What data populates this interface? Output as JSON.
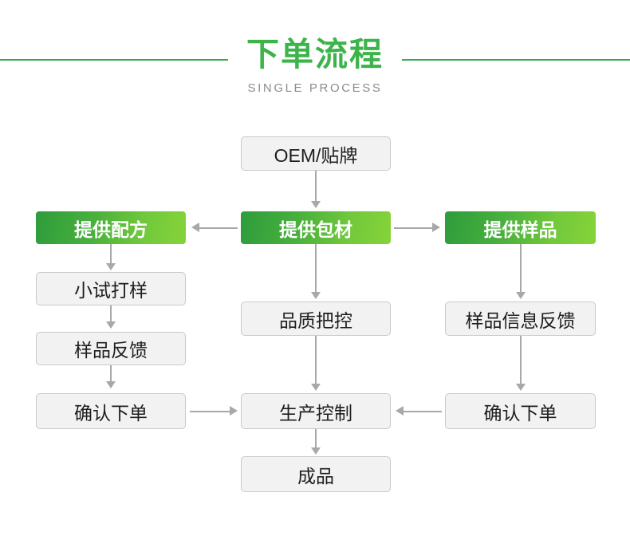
{
  "header": {
    "title": "下单流程",
    "subtitle": "SINGLE PROCESS",
    "accent_color": "#3cb44a",
    "rule_color": "#36a94a",
    "subtitle_color": "#8c8c8c"
  },
  "flow": {
    "start": {
      "label": "OEM/贴牌",
      "style": "plain"
    },
    "branches": [
      {
        "label": "提供配方",
        "style": "green"
      },
      {
        "label": "提供包材",
        "style": "green"
      },
      {
        "label": "提供样品",
        "style": "green"
      }
    ],
    "left_column": [
      {
        "label": "小试打样",
        "style": "plain"
      },
      {
        "label": "样品反馈",
        "style": "plain"
      },
      {
        "label": "确认下单",
        "style": "plain"
      }
    ],
    "center_column": [
      {
        "label": "品质把控",
        "style": "plain"
      },
      {
        "label": "生产控制",
        "style": "plain"
      },
      {
        "label": "成品",
        "style": "plain"
      }
    ],
    "right_column": [
      {
        "label": "样品信息反馈",
        "style": "plain"
      },
      {
        "label": "确认下单",
        "style": "plain"
      }
    ],
    "colors": {
      "node_fill": "#f2f2f2",
      "node_border": "#c9c9c9",
      "node_text": "#1d1d1d",
      "green_from": "#2e9c3c",
      "green_to": "#86d338",
      "green_text": "#ffffff",
      "connector": "#a8a8a8"
    }
  }
}
